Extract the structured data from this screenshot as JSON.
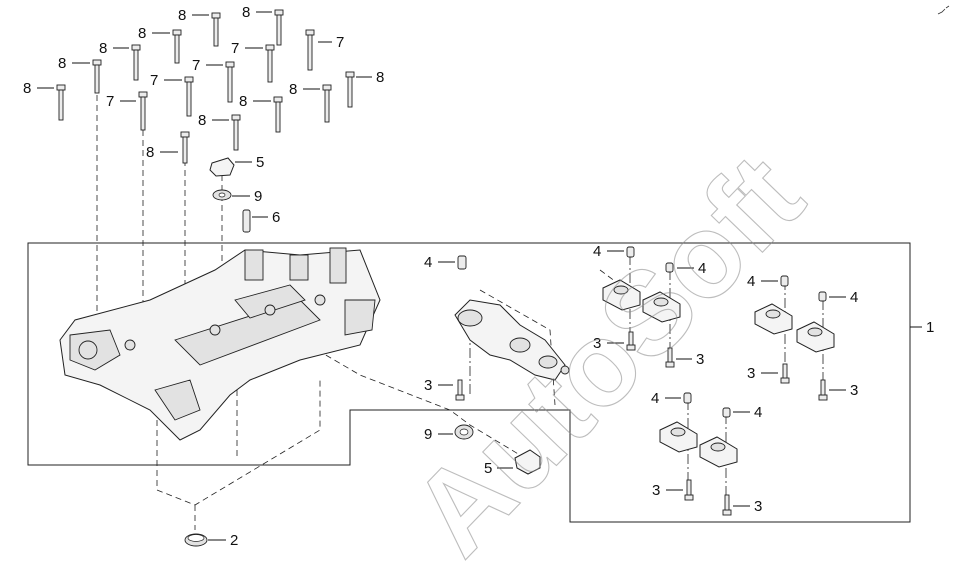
{
  "watermark": {
    "text": "AutoSoft"
  },
  "callouts": [
    {
      "label": "8"
    },
    {
      "label": "8"
    },
    {
      "label": "8"
    },
    {
      "label": "7"
    },
    {
      "label": "8"
    },
    {
      "label": "8"
    },
    {
      "label": "7"
    },
    {
      "label": "8"
    },
    {
      "label": "7"
    },
    {
      "label": "7"
    },
    {
      "label": "8"
    },
    {
      "label": "8"
    },
    {
      "label": "8"
    },
    {
      "label": "8"
    },
    {
      "label": "8"
    },
    {
      "label": "7"
    },
    {
      "label": "8"
    },
    {
      "label": "5"
    },
    {
      "label": "9"
    },
    {
      "label": "6"
    },
    {
      "label": "4"
    },
    {
      "label": "4"
    },
    {
      "label": "4"
    },
    {
      "label": "4"
    },
    {
      "label": "4"
    },
    {
      "label": "4"
    },
    {
      "label": "4"
    },
    {
      "label": "1"
    },
    {
      "label": "3"
    },
    {
      "label": "3"
    },
    {
      "label": "3"
    },
    {
      "label": "3"
    },
    {
      "label": "3"
    },
    {
      "label": "3"
    },
    {
      "label": "4"
    },
    {
      "label": "9"
    },
    {
      "label": "5"
    },
    {
      "label": "3"
    },
    {
      "label": "3"
    },
    {
      "label": "2"
    }
  ]
}
